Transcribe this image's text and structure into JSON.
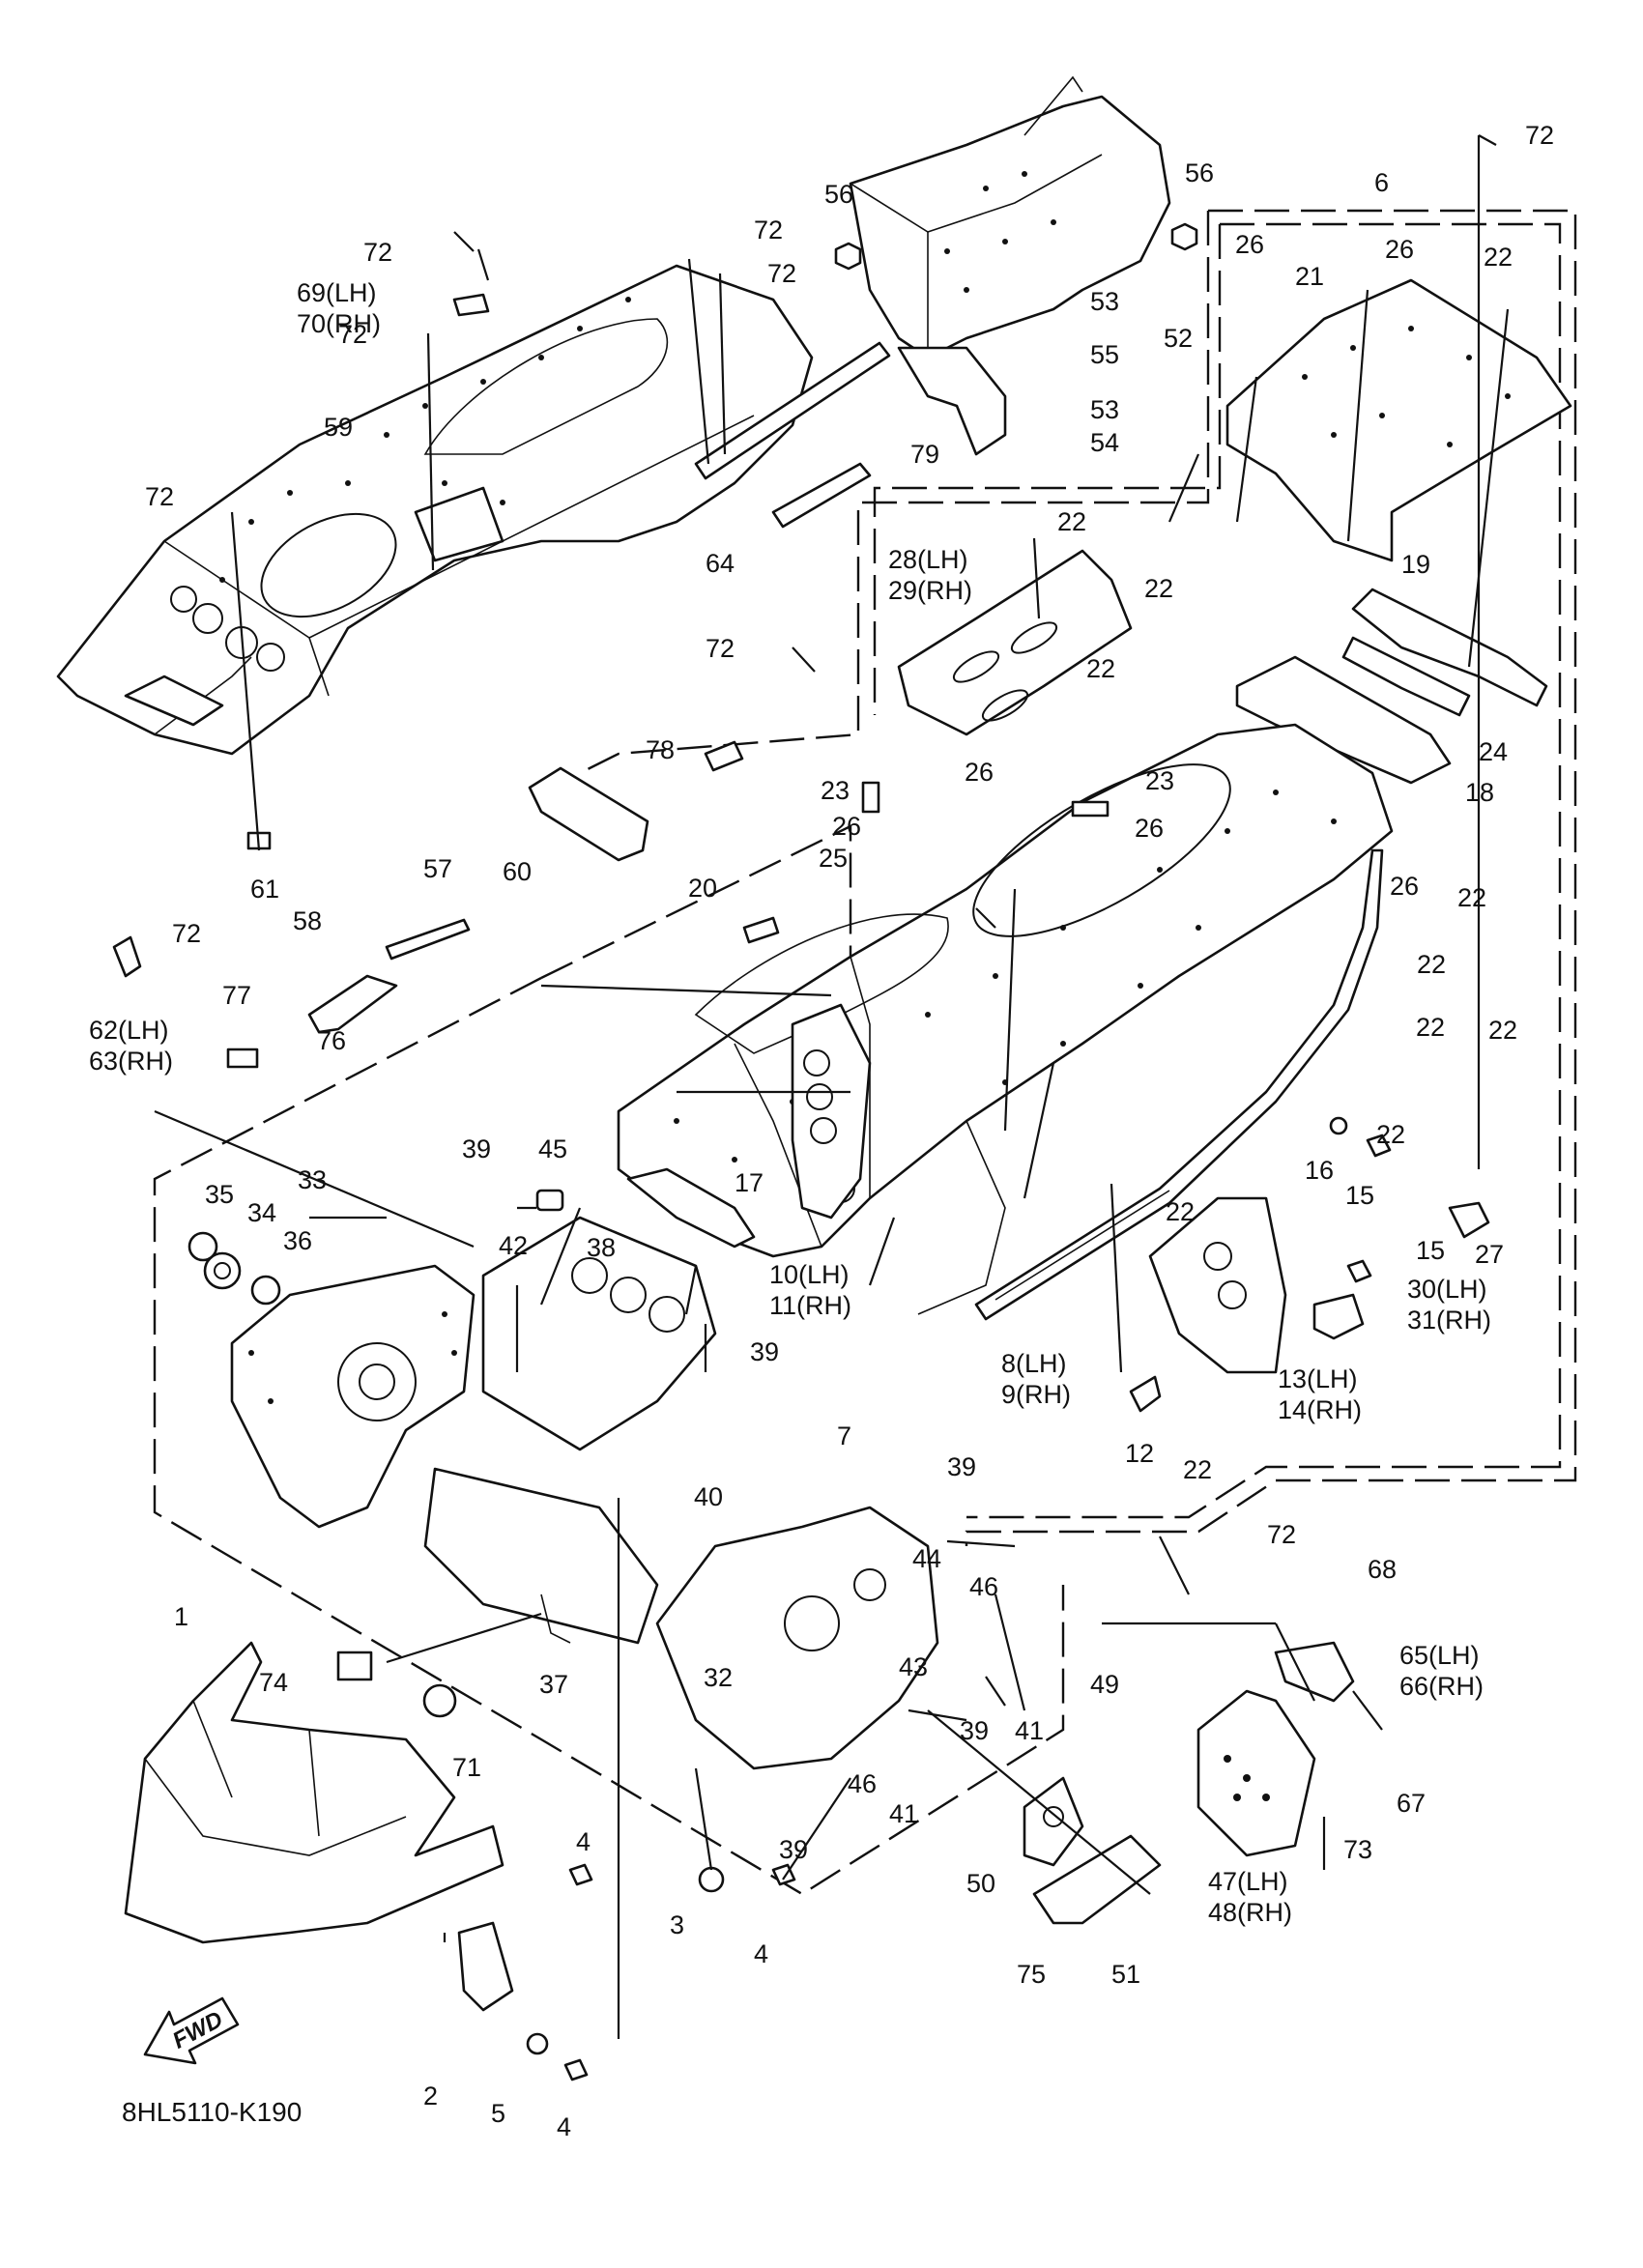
{
  "diagram": {
    "code": "8HL5110-K190",
    "fwd_label": "FWD",
    "callouts": [
      {
        "id": "c1",
        "text": "1"
      },
      {
        "id": "c2",
        "text": "2"
      },
      {
        "id": "c3",
        "text": "3"
      },
      {
        "id": "c4a",
        "text": "4"
      },
      {
        "id": "c4b",
        "text": "4"
      },
      {
        "id": "c4c",
        "text": "4"
      },
      {
        "id": "c5",
        "text": "5"
      },
      {
        "id": "c6",
        "text": "6"
      },
      {
        "id": "c7",
        "text": "7"
      },
      {
        "id": "c8",
        "text": "8(LH)"
      },
      {
        "id": "c9",
        "text": "9(RH)"
      },
      {
        "id": "c10",
        "text": "10(LH)"
      },
      {
        "id": "c11",
        "text": "11(RH)"
      },
      {
        "id": "c12",
        "text": "12"
      },
      {
        "id": "c13",
        "text": "13(LH)"
      },
      {
        "id": "c14",
        "text": "14(RH)"
      },
      {
        "id": "c15a",
        "text": "15"
      },
      {
        "id": "c15b",
        "text": "15"
      },
      {
        "id": "c16",
        "text": "16"
      },
      {
        "id": "c17",
        "text": "17"
      },
      {
        "id": "c18",
        "text": "18"
      },
      {
        "id": "c19",
        "text": "19"
      },
      {
        "id": "c20",
        "text": "20"
      },
      {
        "id": "c21",
        "text": "21"
      },
      {
        "id": "c22a",
        "text": "22"
      },
      {
        "id": "c22b",
        "text": "22"
      },
      {
        "id": "c22c",
        "text": "22"
      },
      {
        "id": "c22d",
        "text": "22"
      },
      {
        "id": "c22e",
        "text": "22"
      },
      {
        "id": "c22f",
        "text": "22"
      },
      {
        "id": "c22g",
        "text": "22"
      },
      {
        "id": "c22h",
        "text": "22"
      },
      {
        "id": "c22i",
        "text": "22"
      },
      {
        "id": "c22j",
        "text": "22"
      },
      {
        "id": "c22k",
        "text": "22"
      },
      {
        "id": "c23a",
        "text": "23"
      },
      {
        "id": "c23b",
        "text": "23"
      },
      {
        "id": "c24",
        "text": "24"
      },
      {
        "id": "c25",
        "text": "25"
      },
      {
        "id": "c26a",
        "text": "26"
      },
      {
        "id": "c26b",
        "text": "26"
      },
      {
        "id": "c26c",
        "text": "26"
      },
      {
        "id": "c26d",
        "text": "26"
      },
      {
        "id": "c26e",
        "text": "26"
      },
      {
        "id": "c26f",
        "text": "26"
      },
      {
        "id": "c27",
        "text": "27"
      },
      {
        "id": "c28",
        "text": "28(LH)"
      },
      {
        "id": "c29",
        "text": "29(RH)"
      },
      {
        "id": "c30",
        "text": "30(LH)"
      },
      {
        "id": "c31",
        "text": "31(RH)"
      },
      {
        "id": "c32",
        "text": "32"
      },
      {
        "id": "c33",
        "text": "33"
      },
      {
        "id": "c34",
        "text": "34"
      },
      {
        "id": "c35",
        "text": "35"
      },
      {
        "id": "c36",
        "text": "36"
      },
      {
        "id": "c37",
        "text": "37"
      },
      {
        "id": "c38",
        "text": "38"
      },
      {
        "id": "c39a",
        "text": "39"
      },
      {
        "id": "c39b",
        "text": "39"
      },
      {
        "id": "c39c",
        "text": "39"
      },
      {
        "id": "c39d",
        "text": "39"
      },
      {
        "id": "c39e",
        "text": "39"
      },
      {
        "id": "c40",
        "text": "40"
      },
      {
        "id": "c41a",
        "text": "41"
      },
      {
        "id": "c41b",
        "text": "41"
      },
      {
        "id": "c42",
        "text": "42"
      },
      {
        "id": "c43",
        "text": "43"
      },
      {
        "id": "c44",
        "text": "44"
      },
      {
        "id": "c45",
        "text": "45"
      },
      {
        "id": "c46a",
        "text": "46"
      },
      {
        "id": "c46b",
        "text": "46"
      },
      {
        "id": "c47",
        "text": "47(LH)"
      },
      {
        "id": "c48",
        "text": "48(RH)"
      },
      {
        "id": "c49",
        "text": "49"
      },
      {
        "id": "c50",
        "text": "50"
      },
      {
        "id": "c51",
        "text": "51"
      },
      {
        "id": "c52",
        "text": "52"
      },
      {
        "id": "c53a",
        "text": "53"
      },
      {
        "id": "c53b",
        "text": "53"
      },
      {
        "id": "c54",
        "text": "54"
      },
      {
        "id": "c55",
        "text": "55"
      },
      {
        "id": "c56a",
        "text": "56"
      },
      {
        "id": "c56b",
        "text": "56"
      },
      {
        "id": "c57",
        "text": "57"
      },
      {
        "id": "c58",
        "text": "58"
      },
      {
        "id": "c59",
        "text": "59"
      },
      {
        "id": "c60",
        "text": "60"
      },
      {
        "id": "c61",
        "text": "61"
      },
      {
        "id": "c62",
        "text": "62(LH)"
      },
      {
        "id": "c63",
        "text": "63(RH)"
      },
      {
        "id": "c64",
        "text": "64"
      },
      {
        "id": "c65",
        "text": "65(LH)"
      },
      {
        "id": "c66",
        "text": "66(RH)"
      },
      {
        "id": "c67",
        "text": "67"
      },
      {
        "id": "c68",
        "text": "68"
      },
      {
        "id": "c69",
        "text": "69(LH)"
      },
      {
        "id": "c70",
        "text": "70(RH)"
      },
      {
        "id": "c71",
        "text": "71"
      },
      {
        "id": "c72a",
        "text": "72"
      },
      {
        "id": "c72b",
        "text": "72"
      },
      {
        "id": "c72c",
        "text": "72"
      },
      {
        "id": "c72d",
        "text": "72"
      },
      {
        "id": "c72e",
        "text": "72"
      },
      {
        "id": "c72f",
        "text": "72"
      },
      {
        "id": "c72g",
        "text": "72"
      },
      {
        "id": "c72h",
        "text": "72"
      },
      {
        "id": "c72i",
        "text": "72"
      },
      {
        "id": "c73",
        "text": "73"
      },
      {
        "id": "c74",
        "text": "74"
      },
      {
        "id": "c75",
        "text": "75"
      },
      {
        "id": "c76",
        "text": "76"
      },
      {
        "id": "c77",
        "text": "77"
      },
      {
        "id": "c78",
        "text": "78"
      },
      {
        "id": "c79",
        "text": "79"
      }
    ]
  }
}
